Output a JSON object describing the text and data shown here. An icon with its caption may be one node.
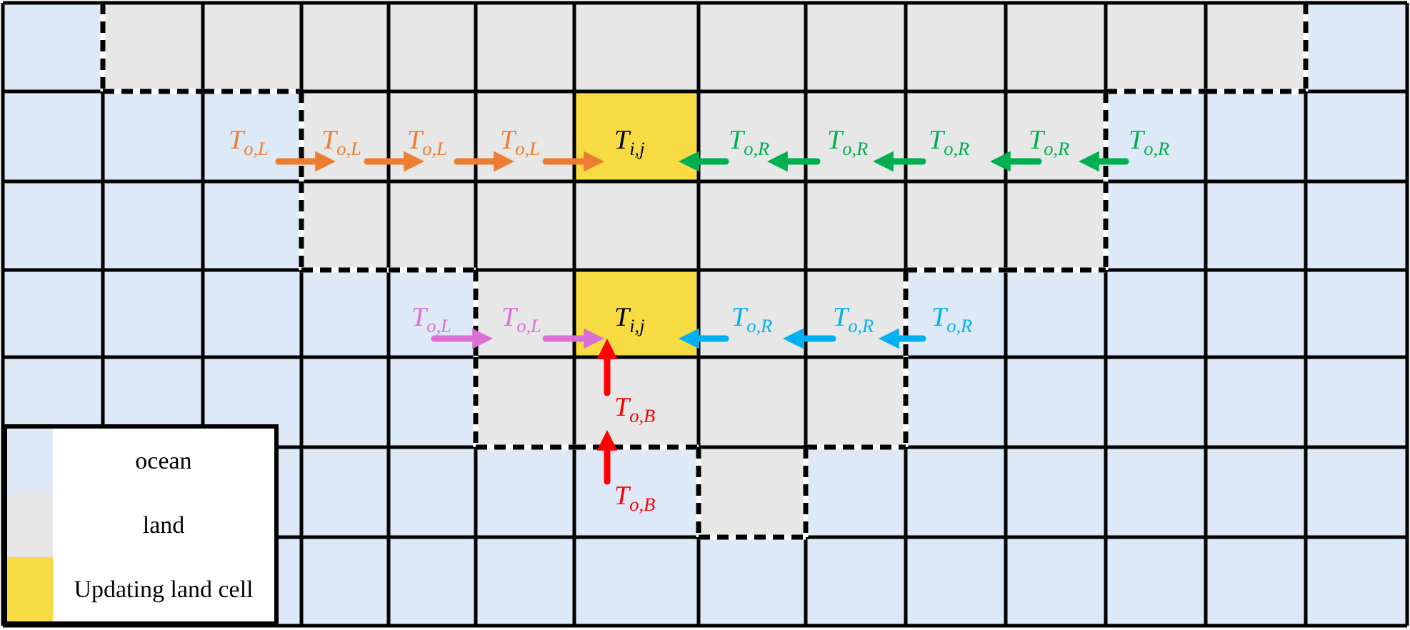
{
  "diagram": {
    "nodes": [
      {
        "text": [
          "T$_{i,j}$"
        ]
      },
      {
        "text": [
          "T$_{o,L}$"
        ]
      },
      {
        "text": [
          "T$_{o,L}$"
        ]
      },
      {
        "text": [
          "T$_{o,L}$"
        ]
      },
      {
        "text": [
          "T$_{o,L}$"
        ]
      },
      {
        "text": [
          "T$_{o,R}$"
        ]
      },
      {
        "text": [
          "T$_{o,R}$"
        ]
      },
      {
        "text": [
          "T$_{o,R}$"
        ]
      },
      {
        "text": [
          "T$_{o,R}$"
        ]
      },
      {
        "text": [
          "T$_{o,R}$"
        ]
      },
      {
        "text": [
          "T$_{i,j}$"
        ]
      },
      {
        "text": [
          "T$_{o,L}$"
        ]
      },
      {
        "text": [
          "T$_{o,L}$"
        ]
      },
      {
        "text": [
          "T$_{o,R}$"
        ]
      },
      {
        "text": [
          "T$_{o,R}$"
        ]
      },
      {
        "text": [
          "T$_{o,R}$"
        ]
      },
      {
        "text": [
          "T$_{o,B}$"
        ]
      },
      {
        "text": [
          "T$_{o,B}$"
        ]
      }
    ],
    "edges": [
      {
        "from": 1,
        "to": 2,
        "arrow": "to",
        "color": "#ed7d31"
      },
      {
        "from": 2,
        "to": 3,
        "arrow": "to",
        "color": "#ed7d31"
      },
      {
        "from": 3,
        "to": 4,
        "arrow": "to",
        "color": "#ed7d31"
      },
      {
        "from": 4,
        "to": 0,
        "arrow": "to",
        "color": "#ed7d31"
      },
      {
        "from": 5,
        "to": 0,
        "arrow": "to",
        "color": "#00b050"
      },
      {
        "from": 6,
        "to": 5,
        "arrow": "to",
        "color": "#00b050"
      },
      {
        "from": 7,
        "to": 6,
        "arrow": "to",
        "color": "#00b050"
      },
      {
        "from": 8,
        "to": 7,
        "arrow": "to",
        "color": "#00b050"
      },
      {
        "from": 9,
        "to": 8,
        "arrow": "to",
        "color": "#00b050"
      },
      {
        "from": 11,
        "to": 12,
        "arrow": "to",
        "color": "#da70d6"
      },
      {
        "from": 12,
        "to": 10,
        "arrow": "to",
        "color": "#da70d6"
      },
      {
        "from": 13,
        "to": 10,
        "arrow": "to",
        "color": "#00b0f0"
      },
      {
        "from": 14,
        "to": 13,
        "arrow": "to",
        "color": "#00b0f0"
      },
      {
        "from": 15,
        "to": 14,
        "arrow": "to",
        "color": "#00b0f0"
      },
      {
        "from": 16,
        "to": 10,
        "arrow": "to",
        "color": "#ff0000"
      },
      {
        "from": 17,
        "to": 16,
        "arrow": "to",
        "color": "#ff0000"
      }
    ],
    "legend": [
      {
        "text": "ocean",
        "color": "#dde9f6"
      },
      {
        "text": "land",
        "color": "#e7e7e7"
      },
      {
        "text": "Updating land cell",
        "color": "#f6dc42"
      }
    ]
  }
}
